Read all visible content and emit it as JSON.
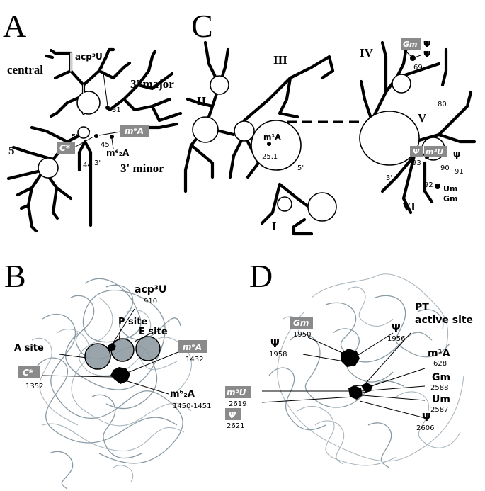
{
  "panels": {
    "a": {
      "letter": "A",
      "labels": {
        "central": "central",
        "major": "3' major",
        "five": "5'",
        "minor": "3' minor",
        "acp": "acp³U",
        "m6a": "m⁶A",
        "cstar": "C*",
        "m62a": "m⁶₂A"
      },
      "numbers": {
        "n31": "31",
        "n45": "45",
        "n44": "44",
        "five_small": "5'",
        "three_small": "3'"
      }
    },
    "b": {
      "letter": "B",
      "labels": {
        "acp": "acp³U",
        "psite": "P site",
        "esite": "E site",
        "asite": "A site",
        "m6a": "m⁶A",
        "cstar": "C*",
        "m62a": "m⁶₂A"
      },
      "numbers": {
        "n910": "910",
        "n1432": "1432",
        "n1352": "1352",
        "n1450": "1450-1451"
      }
    },
    "c": {
      "letter": "C",
      "labels": {
        "ii": "II",
        "iii": "III",
        "iv": "IV",
        "v": "V",
        "vi": "VI",
        "i": "I",
        "gm": "Gm",
        "psi1": "Ψ",
        "psi2": "Ψ",
        "m1a": "m¹A",
        "psi_box": "Ψ",
        "m3u_box": "m³U",
        "psi3": "Ψ",
        "um": "Um",
        "gm2": "Gm"
      },
      "numbers": {
        "n69": "69",
        "n80": "80",
        "n251": "25.1",
        "n93": "93",
        "n90": "90",
        "n91": "91",
        "n92": "92",
        "five_small": "5'",
        "three_small": "3'"
      }
    },
    "d": {
      "letter": "D",
      "labels": {
        "gm_box": "Gm",
        "psi1": "Ψ",
        "pt": "PT",
        "active": "active site",
        "psi2": "Ψ",
        "m1a": "m¹A",
        "m3u_box": "m³U",
        "gm": "Gm",
        "psi_box": "Ψ",
        "um": "Um",
        "psi3": "Ψ"
      },
      "numbers": {
        "n1950": "1950",
        "n1956": "1956",
        "n1958": "1958",
        "n628": "628",
        "n2619": "2619",
        "n2588": "2588",
        "n2621": "2621",
        "n2587": "2587",
        "n2606": "2606"
      }
    }
  }
}
